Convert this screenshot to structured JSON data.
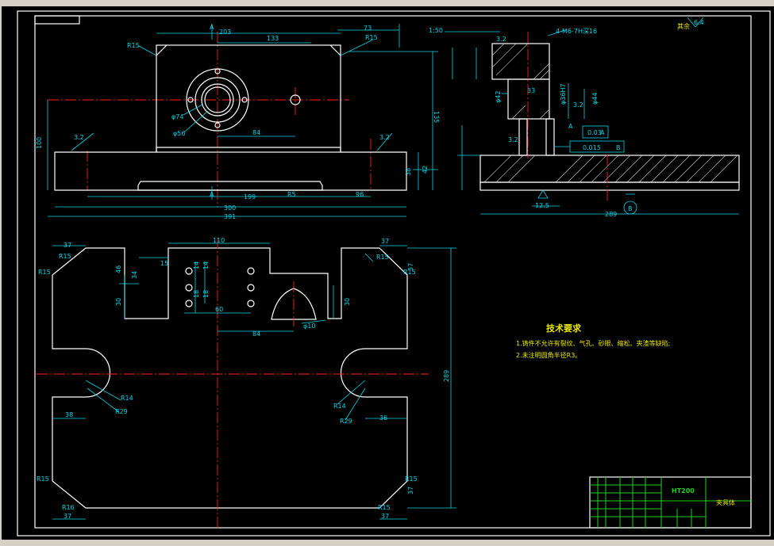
{
  "section": "A",
  "scale_note": "1:50",
  "fixture_hole_callout": "4-M6-7H深16",
  "surface_other": "其余",
  "surface_other_value": "6.4",
  "roughness": {
    "r32": "3.2",
    "r125": "12.5"
  },
  "datum_labels": {
    "a": "A",
    "b": "B"
  },
  "tolerances": {
    "perp": "0.03",
    "flat": "0.015",
    "ref_a": "A",
    "ref_b": "B"
  },
  "top_view_dims": {
    "d203": "203",
    "d133": "133",
    "d73": "73",
    "r15a": "R15",
    "r15b": "R15",
    "phi74": "φ74",
    "phi56": "φ56",
    "d84": "84",
    "d100": "100",
    "d135": "135",
    "d38": "38",
    "d42": "42",
    "d199": "199",
    "r5": "R5",
    "d96": "96",
    "d300": "300",
    "d391": "391"
  },
  "side_view_dims": {
    "d33": "33",
    "phi42": "φ42",
    "phi36h7": "φ36H7",
    "phi44": "φ44",
    "d289": "289"
  },
  "plan_view_dims": {
    "d37a": "37",
    "d37b": "37",
    "d37c": "37",
    "d37d": "37",
    "d37e": "37",
    "d110": "110",
    "d15": "15",
    "d46": "46",
    "d34": "34",
    "d30a": "30",
    "d30b": "30",
    "d14a": "14",
    "d14b": "14",
    "d18a": "18",
    "d18b": "18",
    "d60": "60",
    "d84b": "84",
    "phi10": "φ10",
    "r15": "R15",
    "r16": "R16",
    "r14": "R14",
    "r29": "R29",
    "d38": "38",
    "d36": "36",
    "d289": "289"
  },
  "tech_requirements": {
    "title": "技术要求",
    "items": [
      "1.铸件不允许有裂纹、气孔、砂眼、缩松、夹渣等缺陷;",
      "2.未注明圆角半径R3。"
    ]
  },
  "title_block": {
    "code": "HT200",
    "name": "夹具体"
  }
}
